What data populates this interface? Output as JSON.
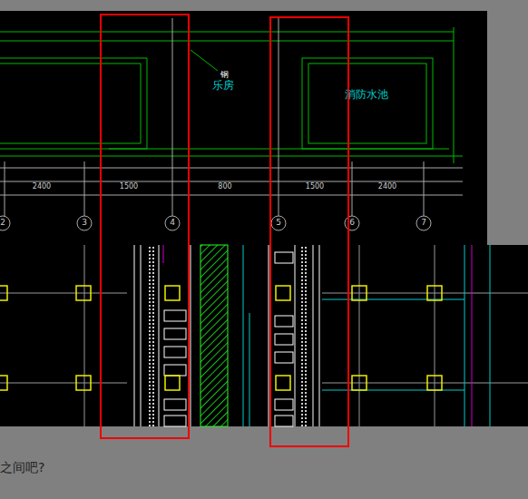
{
  "diagram": {
    "labels": [
      "钢",
      "乐房",
      "消防水池",
      "2400",
      "1500",
      "800",
      "1500",
      "2400",
      "2",
      "3",
      "4",
      "5",
      "6",
      "7",
      "之间吧?"
    ]
  }
}
